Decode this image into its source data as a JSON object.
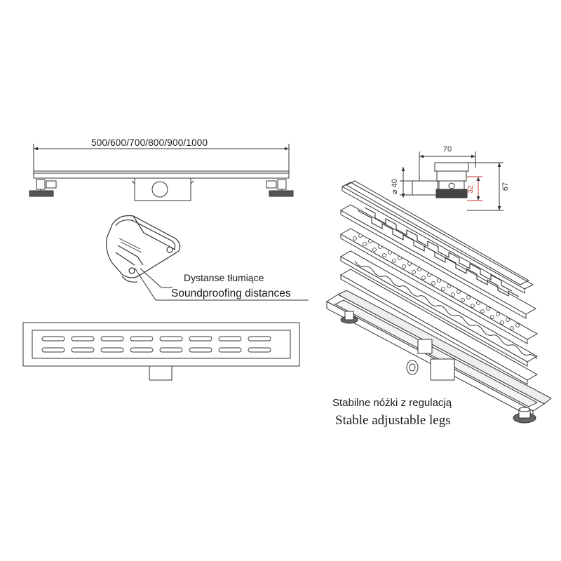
{
  "top_view": {
    "length_label": "500/600/700/800/900/1000"
  },
  "side_section": {
    "width": "70",
    "height": "67",
    "depth": "32",
    "outlet": "⌀ 40"
  },
  "callout_soundproofing": {
    "pl": "Dystanse tłumiące",
    "en": "Soundproofing distances"
  },
  "callout_legs": {
    "pl": "Stabilne nóżki z regulacją",
    "en": "Stable adjustable legs"
  },
  "colors": {
    "line": "#333333",
    "accent_dim": "#c0392b"
  }
}
